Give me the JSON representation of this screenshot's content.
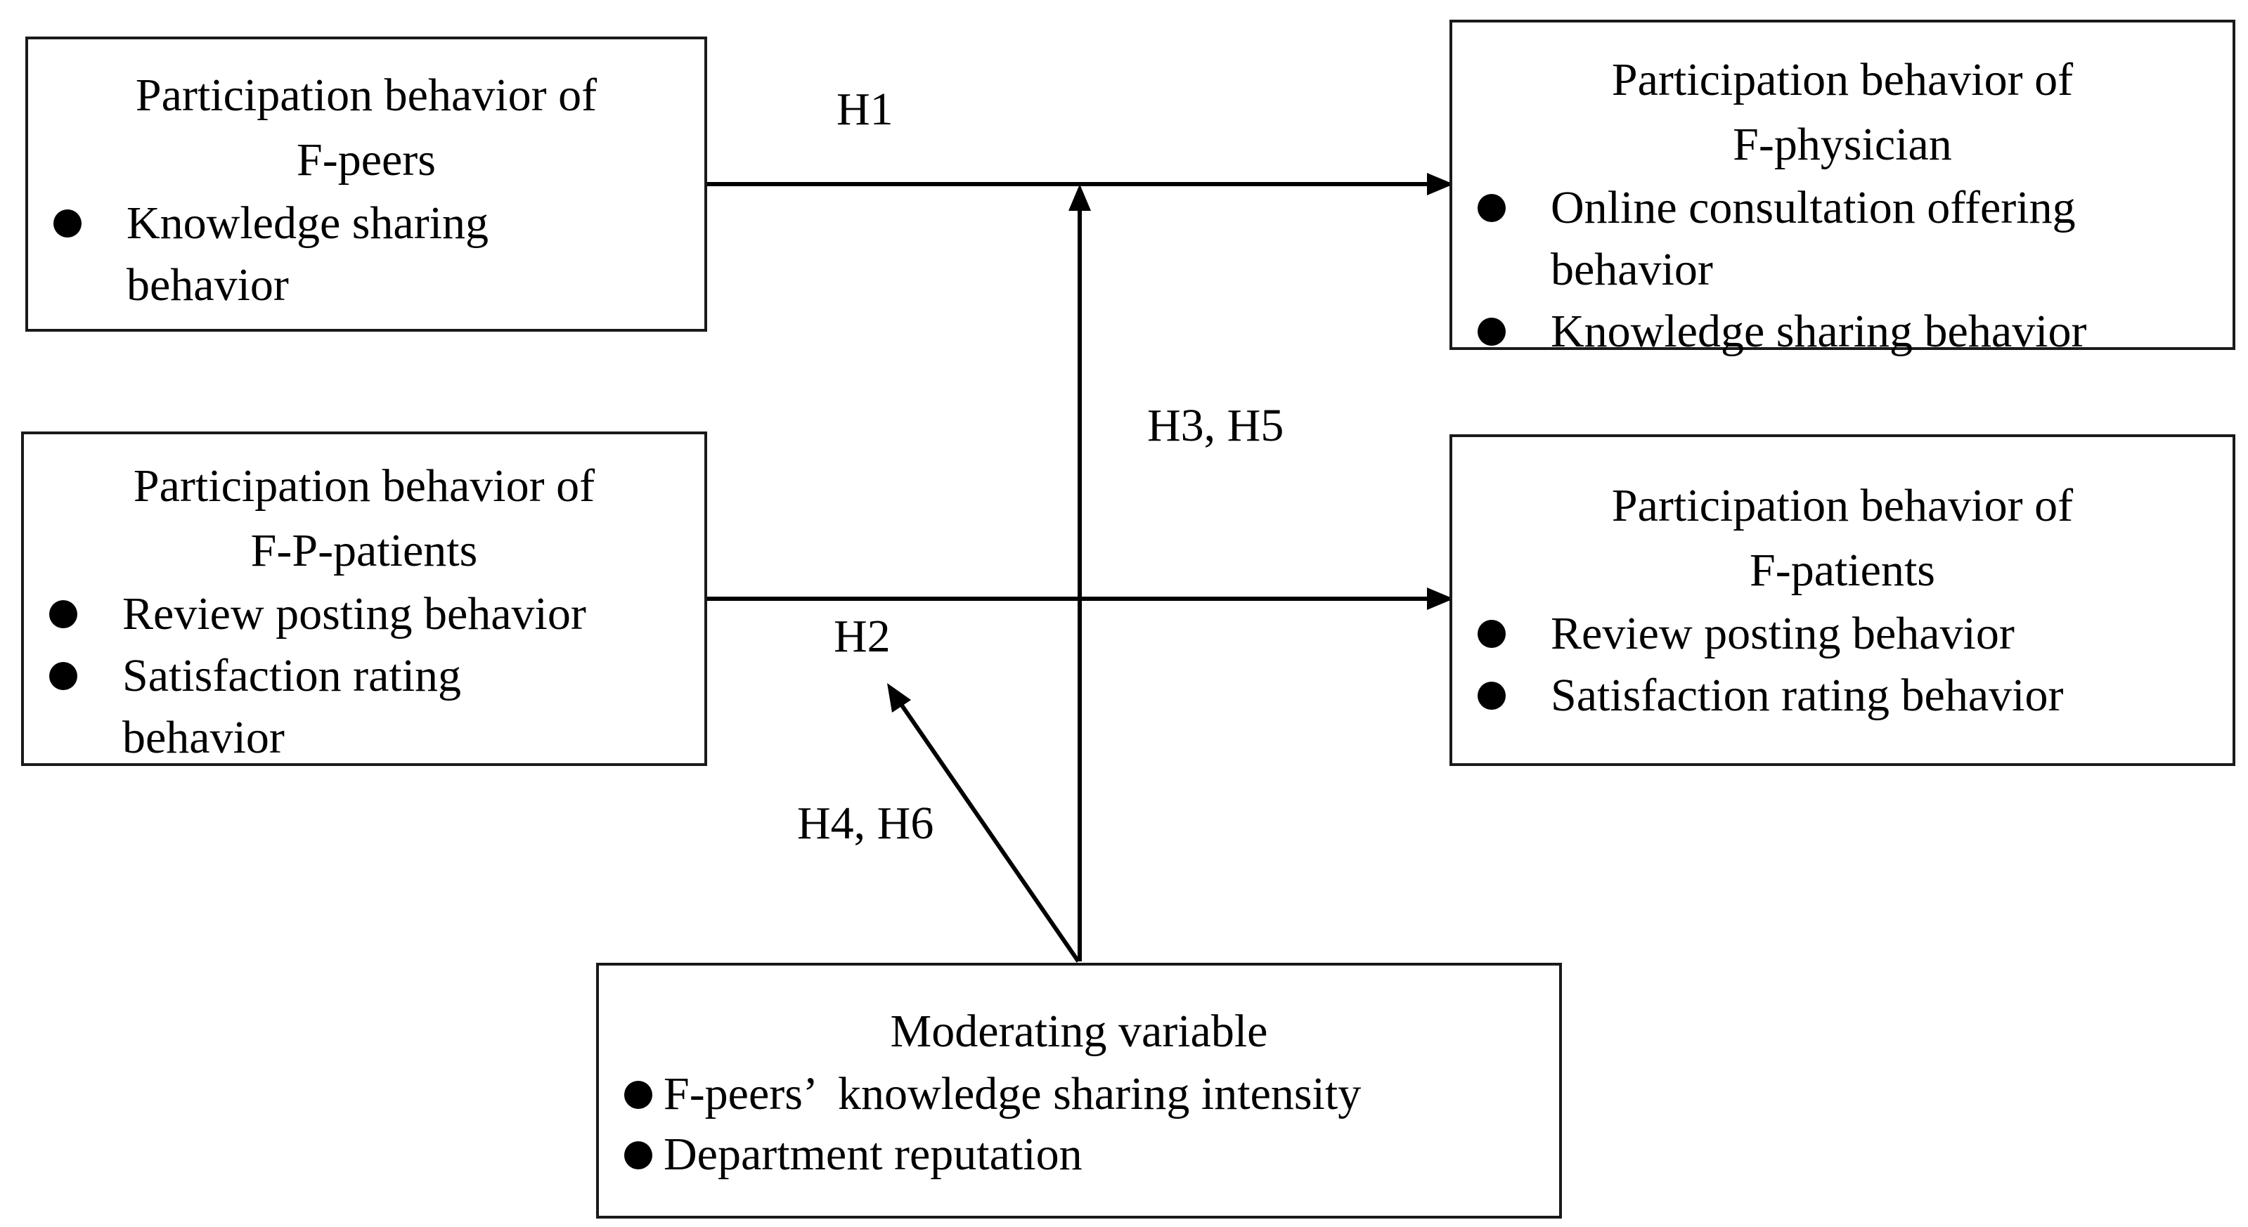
{
  "diagram": {
    "boxes": {
      "f_peers": {
        "title_lines": [
          "Participation behavior of",
          "F-peers"
        ],
        "bullets": [
          {
            "lines": [
              "Knowledge sharing",
              "behavior"
            ]
          }
        ]
      },
      "f_p_patients": {
        "title_lines": [
          "Participation behavior of",
          "F-P-patients"
        ],
        "bullets": [
          {
            "lines": [
              "Review posting behavior"
            ]
          },
          {
            "lines": [
              "Satisfaction rating",
              "behavior"
            ]
          }
        ]
      },
      "f_physician": {
        "title_lines": [
          "Participation behavior of",
          "F-physician"
        ],
        "bullets": [
          {
            "lines": [
              "Online consultation offering",
              "behavior"
            ]
          },
          {
            "lines": [
              "Knowledge sharing behavior"
            ]
          }
        ]
      },
      "f_patients": {
        "title_lines": [
          "Participation behavior of",
          "F-patients"
        ],
        "bullets": [
          {
            "lines": [
              "Review posting behavior"
            ]
          },
          {
            "lines": [
              "Satisfaction rating behavior"
            ]
          }
        ]
      },
      "moderating": {
        "title_lines": [
          "Moderating variable"
        ],
        "bullets": [
          {
            "lines": [
              "F-peers’  knowledge sharing intensity"
            ]
          },
          {
            "lines": [
              "Department reputation"
            ]
          }
        ]
      }
    },
    "hypotheses": {
      "h1": "H1",
      "h2": "H2",
      "h3_h5": "H3, H5",
      "h4_h6": "H4, H6"
    },
    "line_color": "#000000"
  }
}
